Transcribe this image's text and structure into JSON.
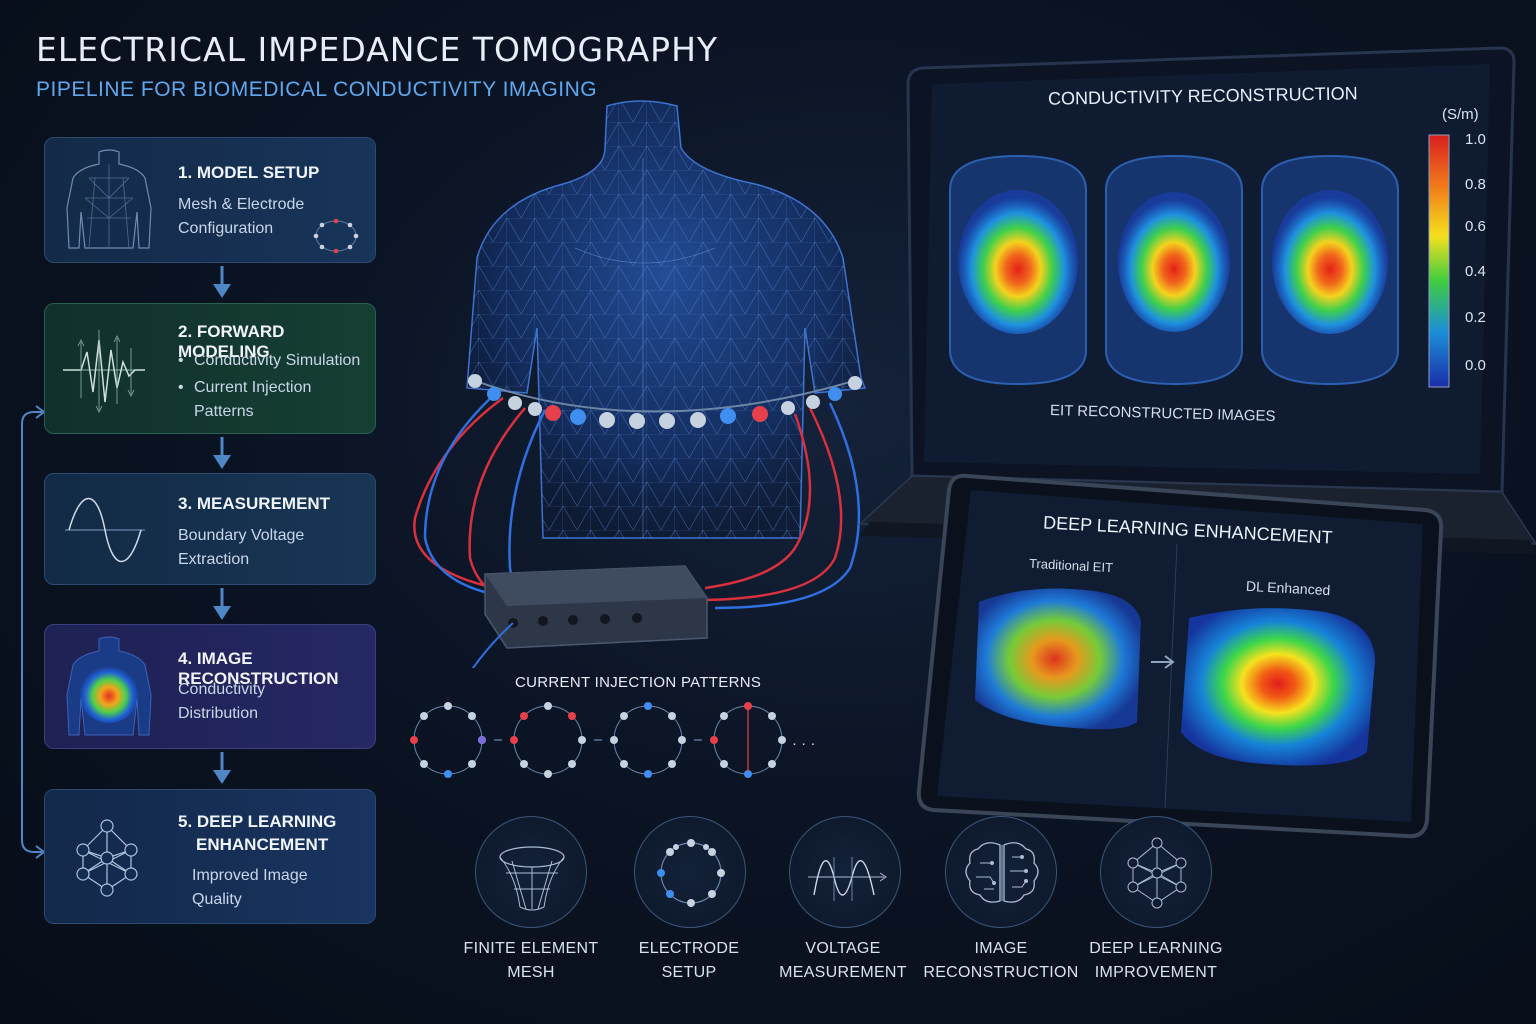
{
  "header": {
    "title": "ELECTRICAL IMPEDANCE TOMOGRAPHY",
    "subtitle": "PIPELINE FOR BIOMEDICAL CONDUCTIVITY IMAGING"
  },
  "steps": [
    {
      "number": "1. MODEL SETUP",
      "lines": [
        "Mesh & Electrode",
        "Configuration"
      ],
      "icon": "torso-mesh-icon"
    },
    {
      "number": "2. FORWARD MODELING",
      "bullets": [
        "Conductivity Simulation",
        "Current Injection",
        "Patterns"
      ],
      "icon": "waveform-icon"
    },
    {
      "number": "3. MEASUREMENT",
      "lines": [
        "Boundary Voltage",
        "Extraction"
      ],
      "icon": "sine-wave-icon"
    },
    {
      "number": "4. IMAGE RECONSTRUCTION",
      "lines": [
        "Conductivity",
        "Distribution"
      ],
      "icon": "torso-heatmap-icon"
    },
    {
      "number": "5. DEEP LEARNING",
      "number_line2": "ENHANCEMENT",
      "lines": [
        "Improved Image",
        "Quality"
      ],
      "icon": "neural-network-icon"
    }
  ],
  "current_injection": {
    "title": "CURRENT INJECTION PATTERNS",
    "ellipsis": "· · ·"
  },
  "laptop": {
    "title": "CONDUCTIVITY RECONSTRUCTION",
    "unit": "(S/m)",
    "colorbar_ticks": [
      "1.0",
      "0.8",
      "0.6",
      "0.4",
      "0.2",
      "0.0"
    ],
    "caption": "EIT RECONSTRUCTED IMAGES"
  },
  "tablet": {
    "title": "DEEP LEARNING ENHANCEMENT",
    "left_label": "Traditional EIT",
    "right_label": "DL Enhanced"
  },
  "bottom_icons": [
    {
      "line1": "FINITE ELEMENT",
      "line2": "MESH",
      "icon": "mesh-funnel-icon"
    },
    {
      "line1": "ELECTRODE",
      "line2": "SETUP",
      "icon": "electrode-ring-icon"
    },
    {
      "line1": "VOLTAGE",
      "line2": "MEASUREMENT",
      "icon": "voltage-wave-icon"
    },
    {
      "line1": "IMAGE",
      "line2": "RECONSTRUCTION",
      "icon": "brain-circuit-icon"
    },
    {
      "line1": "DEEP LEARNING",
      "line2": "IMPROVEMENT",
      "icon": "neural-network-icon"
    }
  ],
  "colors": {
    "accent": "#5fa8ee",
    "electrode_red": "#e8404a",
    "electrode_blue": "#3f8ef0",
    "mesh_blue": "#2a5db8"
  }
}
